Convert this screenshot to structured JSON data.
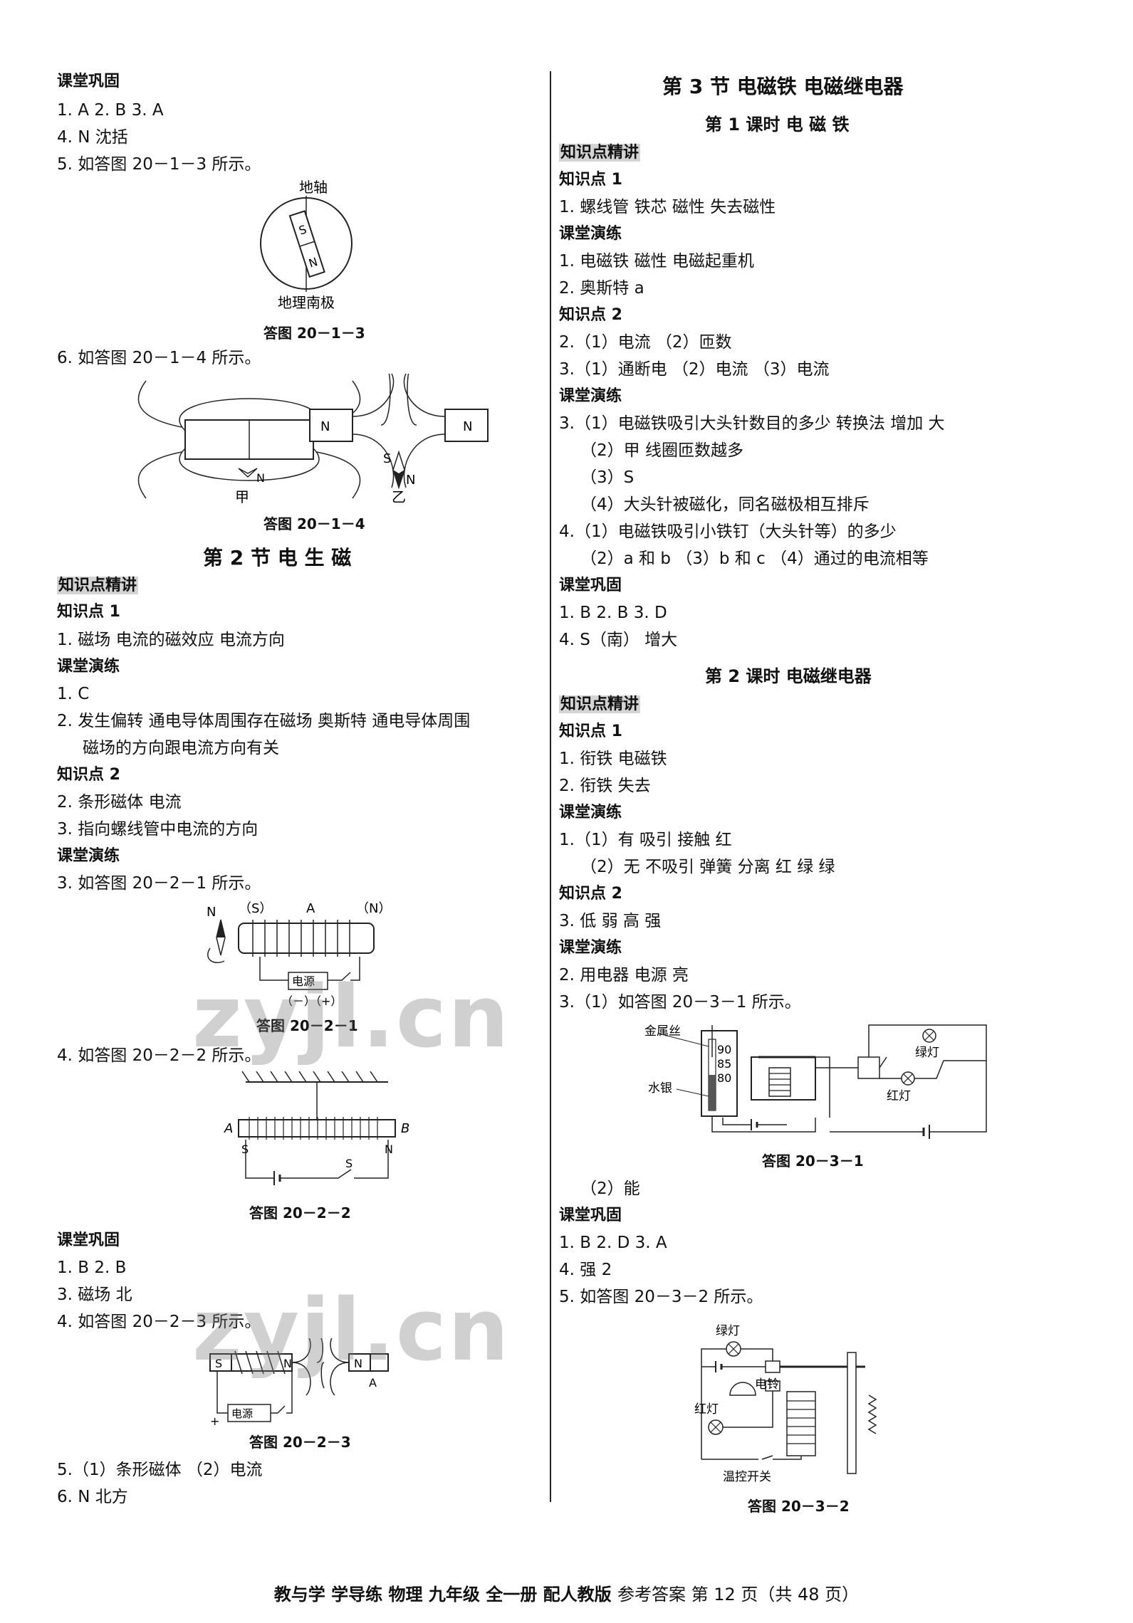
{
  "left": {
    "h_kt1": "课堂巩固",
    "l1": "1. A   2. B   3. A",
    "l2": "4. N   沈括",
    "l3": "5. 如答图 20－1－3 所示。",
    "fig1": {
      "top": "地轴",
      "bottom": "地理南极",
      "s": "S",
      "n": "N",
      "caption": "答图 20－1－3"
    },
    "l4": "6. 如答图 20－1－4 所示。",
    "fig2": {
      "n1": "N",
      "n2": "N",
      "s": "S",
      "n3": "N",
      "jia": "甲",
      "yi": "乙",
      "n4": "N",
      "caption": "答图 20－1－4"
    },
    "sec2_title": "第 2 节   电   生   磁",
    "h_zs": "知识点精讲",
    "zsd1": "知识点 1",
    "l5": "1. 磁场   电流的磁效应   电流方向",
    "h_ktyl1": "课堂演练",
    "l6": "1. C",
    "l7": "2. 发生偏转   通电导体周围存在磁场   奥斯特   通电导体周围",
    "l8": "磁场的方向跟电流方向有关",
    "zsd2": "知识点 2",
    "l9": "2. 条形磁体   电流",
    "l10": "3. 指向螺线管中电流的方向",
    "h_ktyl2": "课堂演练",
    "l11": "3. 如答图 20－2－1 所示。",
    "fig3": {
      "n": "N",
      "sp": "（S）",
      "a": "A",
      "np": "（N）",
      "src": "电源",
      "pm": "（－）（+）",
      "caption": "答图 20－2－1"
    },
    "l12": "4. 如答图 20－2－2 所示。",
    "fig4": {
      "a": "A",
      "b": "B",
      "s1": "S",
      "n1": "N",
      "s2": "S",
      "caption": "答图 20－2－2"
    },
    "h_kt2": "课堂巩固",
    "l13": "1. B   2. B",
    "l14": "3. 磁场   北",
    "l15": "4. 如答图 20－2－3 所示。",
    "fig5": {
      "s": "S",
      "n1": "N",
      "n2": "N",
      "a": "A",
      "src": "电源",
      "plus": "+",
      "caption": "答图 20－2－3"
    },
    "l16": "5.（1）条形磁体   （2）电流",
    "l17": "6. N   北方"
  },
  "right": {
    "title": "第 3 节   电磁铁   电磁继电器",
    "sub1": "第 1 课时   电   磁   铁",
    "h_zs1": "知识点精讲",
    "zsd1": "知识点 1",
    "r1": "1. 螺线管   铁芯   磁性   失去磁性",
    "h_yl1": "课堂演练",
    "r2": "1. 电磁铁   磁性   电磁起重机",
    "r3": "2. 奥斯特   a",
    "zsd2": "知识点 2",
    "r4": "2.（1）电流   （2）匝数",
    "r5": "3.（1）通断电   （2）电流   （3）电流",
    "h_yl2": "课堂演练",
    "r6": "3.（1）电磁铁吸引大头针数目的多少   转换法   增加   大",
    "r7": "（2）甲   线圈匝数越多",
    "r8": "（3）S",
    "r9": "（4）大头针被磁化，同名磁极相互排斥",
    "r10": "4.（1）电磁铁吸引小铁钉（大头针等）的多少",
    "r11": "（2）a 和 b   （3）b 和 c   （4）通过的电流相等",
    "h_kt1": "课堂巩固",
    "r12": "1. B   2. B   3. D",
    "r13": "4. S（南）   增大",
    "sub2": "第 2 课时   电磁继电器",
    "h_zs2": "知识点精讲",
    "zsd3": "知识点 1",
    "r14": "1. 衔铁   电磁铁",
    "r15": "2. 衔铁   失去",
    "h_yl3": "课堂演练",
    "r16": "1.（1）有   吸引   接触   红",
    "r17": "（2）无   不吸引   弹簧   分离   红   绿   绿",
    "zsd4": "知识点 2",
    "r18": "3. 低   弱   高   强",
    "h_yl4": "课堂演练",
    "r19": "2. 用电器   电源   亮",
    "r20": "3.（1）如答图 20－3－1 所示。",
    "fig6": {
      "wire": "金属丝",
      "hg": "水银",
      "t90": "90",
      "t85": "85",
      "t80": "80",
      "green": "绿灯",
      "red": "红灯",
      "caption": "答图 20－3－1"
    },
    "r21": "（2）能",
    "h_kt2": "课堂巩固",
    "r22": "1. B   2. D   3. A",
    "r23": "4. 强   2",
    "r24": "5. 如答图 20－3－2 所示。",
    "fig7": {
      "green": "绿灯",
      "bell": "电铃",
      "red": "红灯",
      "switch": "温控开关",
      "caption": "答图 20－3－2"
    }
  },
  "footer": {
    "bold": "教与学   学导练   物理   九年级   全一册   配人教版",
    "rest": "参考答案   第 12 页（共 48 页）"
  },
  "watermark": "zyjl.cn"
}
